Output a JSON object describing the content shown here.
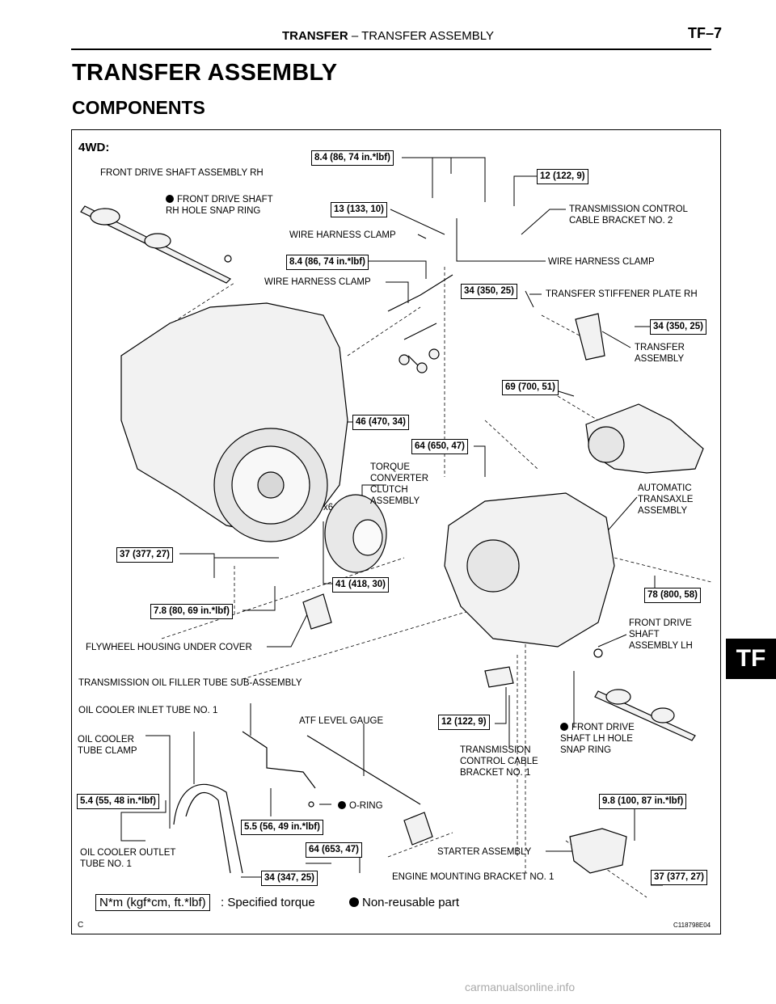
{
  "header": {
    "section": "TRANSFER",
    "separator": "–",
    "subsection": "TRANSFER ASSEMBLY",
    "page": "TF–7"
  },
  "title": "TRANSFER ASSEMBLY",
  "subtitle": "COMPONENTS",
  "side_tab": "TF",
  "diagram": {
    "variant": "4WD:",
    "labels": {
      "front_drive_shaft_rh": "FRONT DRIVE SHAFT ASSEMBLY RH",
      "snap_ring_rh": "FRONT DRIVE SHAFT\nRH HOLE SNAP RING",
      "wire_harness_clamp_1": "WIRE HARNESS CLAMP",
      "wire_harness_clamp_2": "WIRE HARNESS CLAMP",
      "wire_harness_clamp_3": "WIRE HARNESS CLAMP",
      "trans_control_bracket_2": "TRANSMISSION CONTROL\nCABLE BRACKET NO. 2",
      "stiffener_plate": "TRANSFER STIFFENER PLATE RH",
      "transfer_assembly": "TRANSFER\nASSEMBLY",
      "torque_converter": "TORQUE\nCONVERTER\nCLUTCH\nASSEMBLY",
      "x6": "x6",
      "auto_transaxle": "AUTOMATIC\nTRANSAXLE\nASSEMBLY",
      "front_drive_shaft_lh": "FRONT DRIVE\nSHAFT\nASSEMBLY LH",
      "flywheel_cover": "FLYWHEEL HOUSING UNDER COVER",
      "oil_filler_tube": "TRANSMISSION OIL FILLER TUBE SUB-ASSEMBLY",
      "oil_cooler_inlet": "OIL COOLER INLET TUBE NO. 1",
      "atf_gauge": "ATF LEVEL GAUGE",
      "oil_cooler_clamp": "OIL COOLER\nTUBE CLAMP",
      "trans_control_bracket_1": "TRANSMISSION\nCONTROL CABLE\nBRACKET NO. 1",
      "snap_ring_lh": "FRONT DRIVE\nSHAFT LH HOLE\nSNAP RING",
      "o_ring": "O-RING",
      "oil_cooler_outlet": "OIL COOLER OUTLET\nTUBE NO. 1",
      "starter": "STARTER ASSEMBLY",
      "engine_mount_bracket": "ENGINE MOUNTING BRACKET NO. 1"
    },
    "torques": {
      "t1": "8.4 (86, 74 in.*lbf)",
      "t2": "12 (122, 9)",
      "t3": "13 (133, 10)",
      "t4": "8.4 (86, 74 in.*lbf)",
      "t5": "34 (350, 25)",
      "t6": "34 (350, 25)",
      "t7": "69 (700, 51)",
      "t8": "46 (470, 34)",
      "t9": "64 (650, 47)",
      "t10": "37 (377, 27)",
      "t11": "41 (418, 30)",
      "t12": "7.8 (80, 69 in.*lbf)",
      "t13": "78 (800, 58)",
      "t14": "12 (122, 9)",
      "t15": "5.4 (55, 48 in.*lbf)",
      "t16": "5.5 (56, 49 in.*lbf)",
      "t17": "9.8 (100, 87 in.*lbf)",
      "t18": "64 (653, 47)",
      "t19": "34 (347, 25)",
      "t20": "37 (377, 27)"
    },
    "legend": {
      "torque_unit": "N*m (kgf*cm, ft.*lbf)",
      "torque_desc": ": Specified torque",
      "nonreusable": "Non-reusable part"
    },
    "corner_code": "C",
    "figure_id": "C118798E04"
  },
  "watermark": "carmanualsonline.info"
}
